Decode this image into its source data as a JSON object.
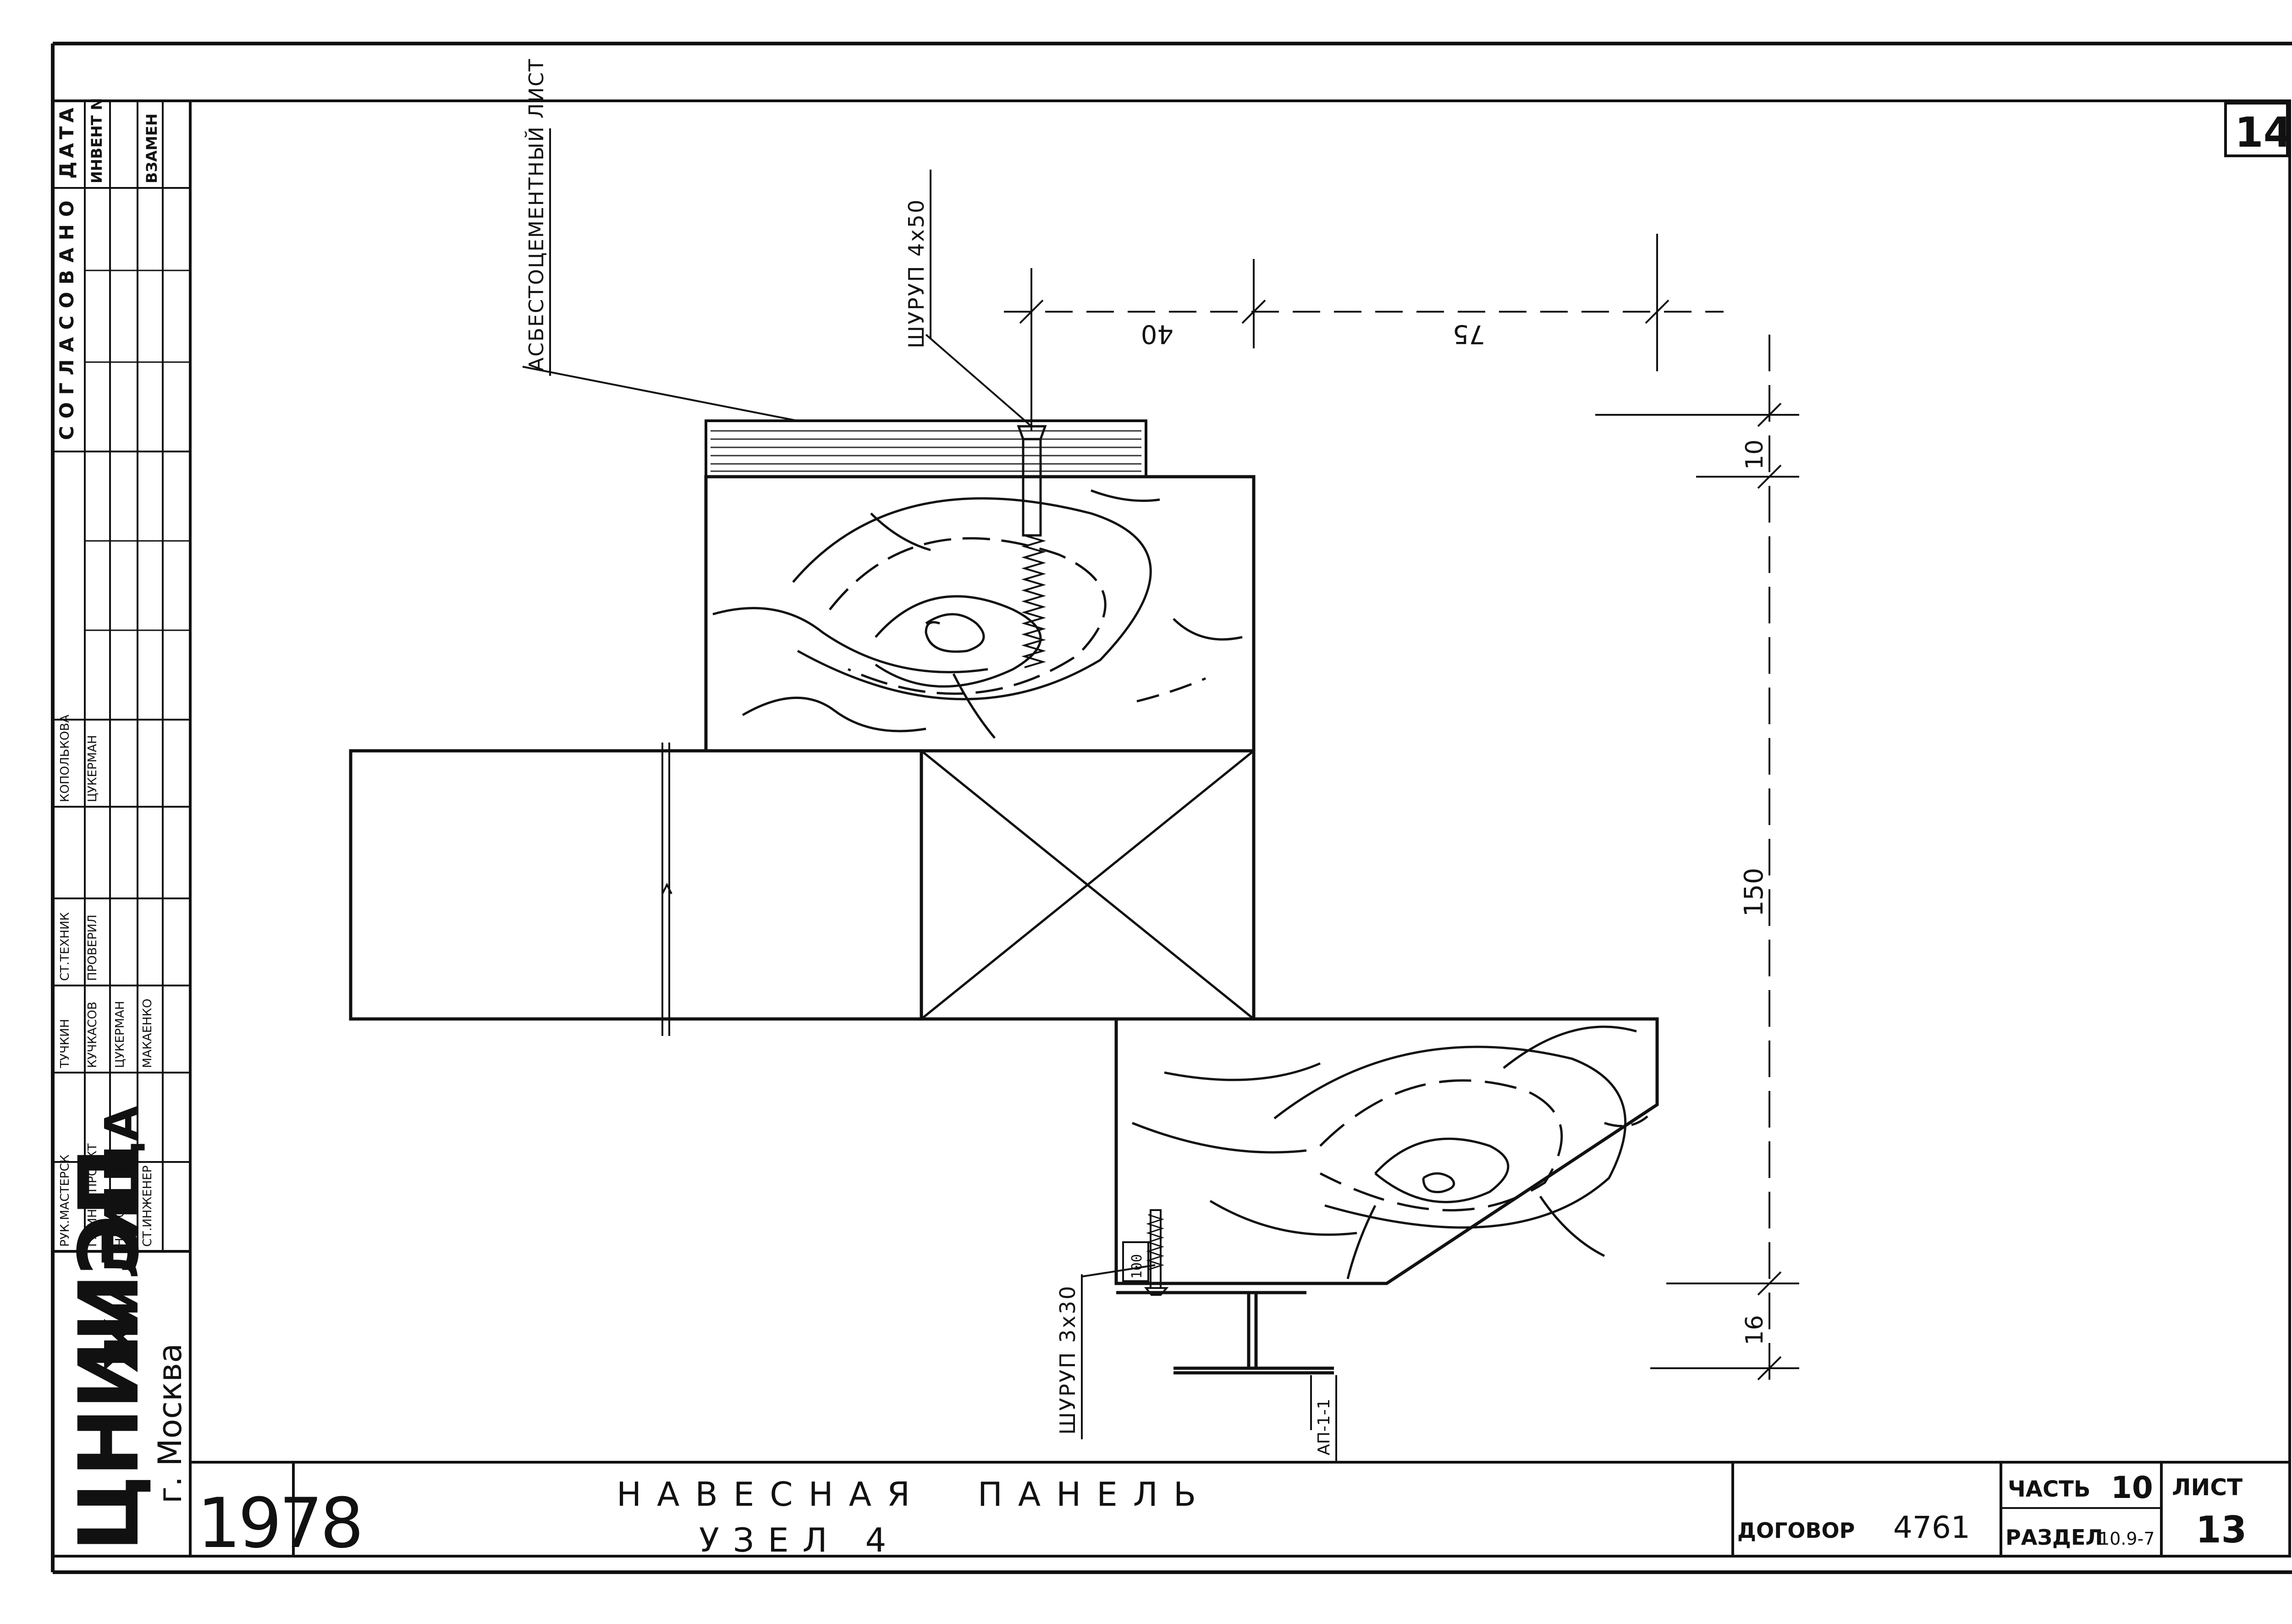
{
  "sheet": {
    "sheet_corner": "14",
    "year": "1978",
    "title_line1": "НАВЕСНАЯ  ПАНЕЛЬ",
    "title_line2": "УЗЕЛ 4",
    "contract_label": "ДОГОВОР",
    "contract_number": "4761",
    "part_label": "ЧАСТЬ",
    "part_number": "10",
    "section_label": "РАЗДЕЛ",
    "section_number": "10.9-7",
    "sheet_label": "ЛИСТ",
    "sheet_number": "13"
  },
  "organization": {
    "name_short": "ЦНИИЭП",
    "name_rest": "ЖИЛИЩА",
    "city": "г. Москва"
  },
  "approval": {
    "agreed": "СОГЛАСОВАНО",
    "date": "ДАТА",
    "inv_no": "ИНВЕНТ N",
    "replace": "ВЗАМЕН"
  },
  "signatures": [
    {
      "role": "РУК.МАСТЕРСК",
      "name": "ТУЧКИН",
      "col": 0
    },
    {
      "role": "ГЛ.ИНЖ.ПРОЕКТ",
      "name": "КУЧКАСОВ",
      "col": 0
    },
    {
      "role": "НАЧ.ОТД.",
      "name": "ЦУКЕРМАН",
      "col": 0
    },
    {
      "role": "СТ.ИНЖЕНЕР",
      "name": "МАКАЕНКО",
      "col": 0
    },
    {
      "role": "СТ.ТЕХНИК",
      "name": "КОПОЛЬКОВА",
      "col": 1
    },
    {
      "role": "ПРОВЕРИЛ",
      "name": "ЦУКЕРМАН",
      "col": 1
    }
  ],
  "labels": {
    "asbestos_sheet": "АСБЕСТОЦЕМЕНТНЫЙ ЛИСТ",
    "screw_top": "ШУРУП 4х50",
    "screw_bottom": "ШУРУП 3х30",
    "profile": "АП-1-1"
  },
  "dimensions": {
    "d40": "40",
    "d75": "75",
    "d10": "10",
    "d150": "150",
    "d16": "16",
    "d100": "100"
  }
}
